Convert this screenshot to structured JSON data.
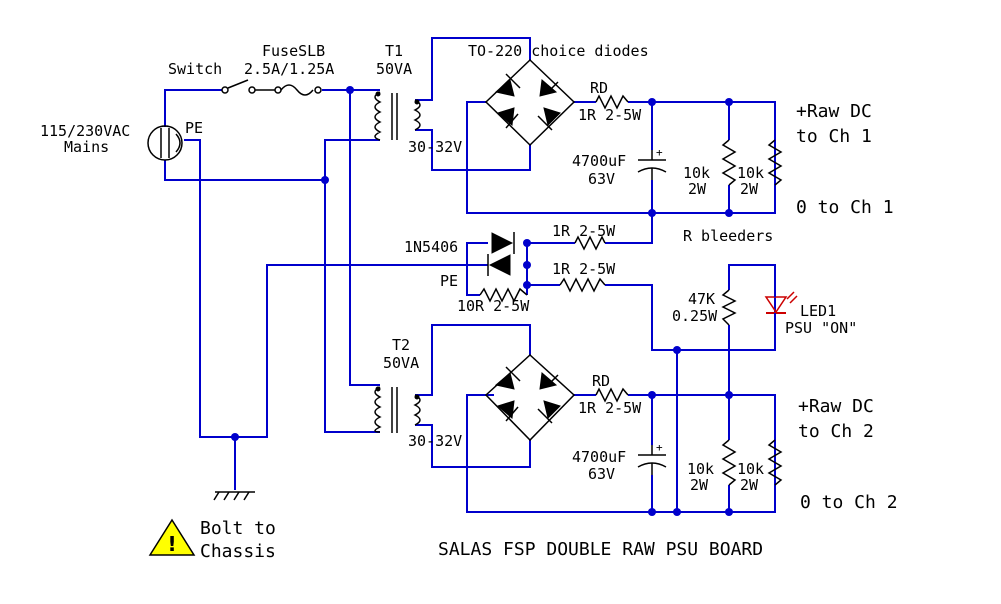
{
  "colors": {
    "wire": "#0000cc",
    "component": "#000000",
    "led": "#cc0000",
    "warning": "#ffff00"
  },
  "labels": {
    "mains": "115/230VAC",
    "mains2": "Mains",
    "pe_mains": "PE",
    "switch": "Switch",
    "fuse1": "FuseSLB",
    "fuse2": "2.5A/1.25A",
    "t1": "T1",
    "t1_va": "50VA",
    "t1_sec": "30-32V",
    "diodes_t1": "TO-220 choice diodes",
    "rd1": "RD",
    "rd1_val": "1R 2-5W",
    "cap1": "4700uF",
    "cap1_v": "63V",
    "rb1a": "10k",
    "rb1a2": "2W",
    "rb1b": "10k",
    "rb1b2": "2W",
    "out1_pos_a": "+Raw DC",
    "out1_pos_b": "to Ch 1",
    "out1_neg": "0 to Ch 1",
    "bleeders": "R bleeders",
    "d_1n5406": "1N5406",
    "r_top": "1R 2-5W",
    "r_mid": "1R 2-5W",
    "pe_mid": "PE",
    "r_10r": "10R 2-5W",
    "r_47k": "47K",
    "r_47k_w": "0.25W",
    "led": "LED1",
    "led_txt": "PSU \"ON\"",
    "t2": "T2",
    "t2_va": "50VA",
    "t2_sec": "30-32V",
    "rd2": "RD",
    "rd2_val": "1R 2-5W",
    "cap2": "4700uF",
    "cap2_v": "63V",
    "rb2a": "10k",
    "rb2a2": "2W",
    "rb2b": "10k",
    "rb2b2": "2W",
    "out2_pos_a": "+Raw DC",
    "out2_pos_b": "to Ch 2",
    "out2_neg": "0 to Ch 2",
    "bolt_a": "Bolt to",
    "bolt_b": "Chassis",
    "title": "SALAS FSP DOUBLE RAW PSU BOARD"
  }
}
